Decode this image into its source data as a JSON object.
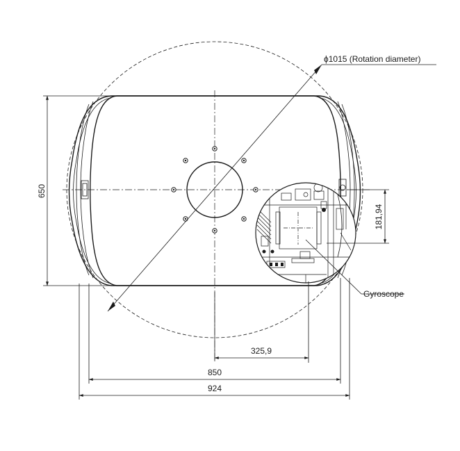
{
  "drawing": {
    "rotation_label": "ϕ1015 (Rotation diameter)",
    "dim_height": "650",
    "dim_offset": "181,94",
    "dim_325": "325,9",
    "dim_850": "850",
    "dim_924": "924",
    "gyroscope_label": "Gyroscope"
  }
}
